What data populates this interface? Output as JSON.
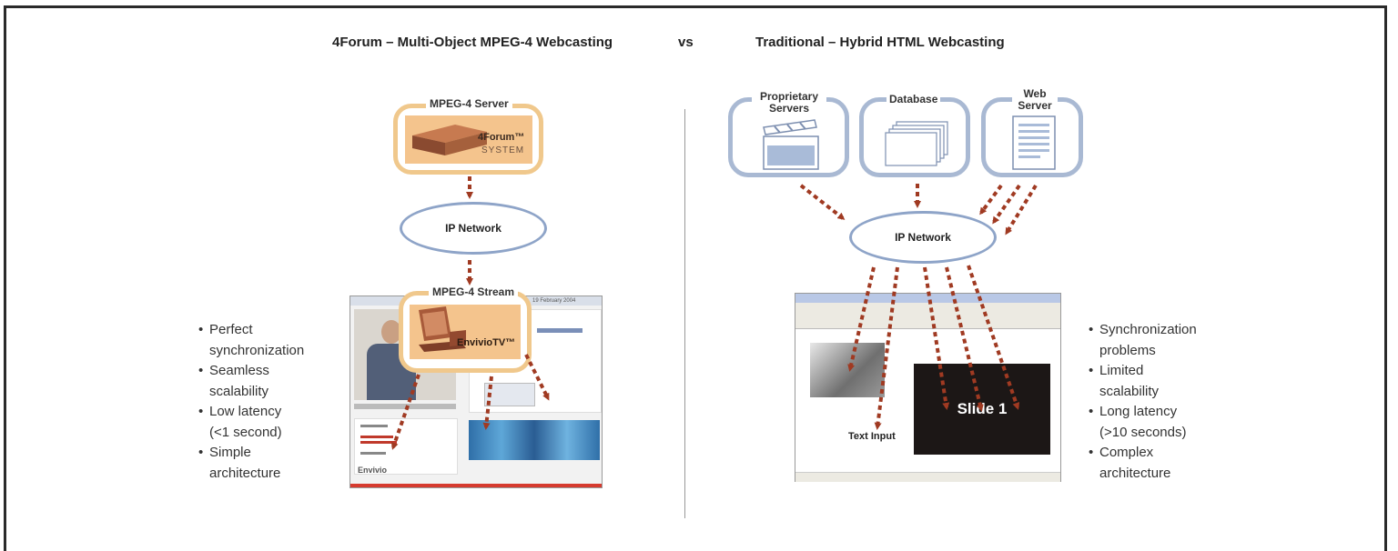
{
  "left": {
    "title": "4Forum – Multi-Object MPEG-4 Webcasting",
    "server_label": "MPEG-4 Server",
    "product_name": "4Forum™",
    "product_sub": "SYSTEM",
    "network_label": "IP Network",
    "stream_label": "MPEG-4 Stream",
    "client_name": "EnvivioTV™",
    "screenshot_date": "19 February 2004",
    "brand": "Envivio",
    "bullets": [
      "Perfect",
      "synchronization",
      "Seamless",
      "scalability",
      "Low latency",
      "(<1 second)",
      "Simple",
      "architecture"
    ]
  },
  "vs_label": "vs",
  "right": {
    "title": "Traditional – Hybrid HTML Webcasting",
    "servers": [
      {
        "label": "Proprietary Servers"
      },
      {
        "label": "Database"
      },
      {
        "label": "Web Server"
      }
    ],
    "network_label": "IP Network",
    "text_input_label": "Text Input",
    "slide_label": "Slide 1",
    "bullets": [
      "Synchronization",
      "problems",
      "Limited",
      "scalability",
      "Long latency",
      "(>10 seconds)",
      "Complex",
      "architecture"
    ]
  },
  "colors": {
    "arrow": "#a03a22",
    "orange_border": "#f0c88c",
    "blue_border": "#a9b9d3",
    "ellipse_border": "#8ea4c8"
  }
}
